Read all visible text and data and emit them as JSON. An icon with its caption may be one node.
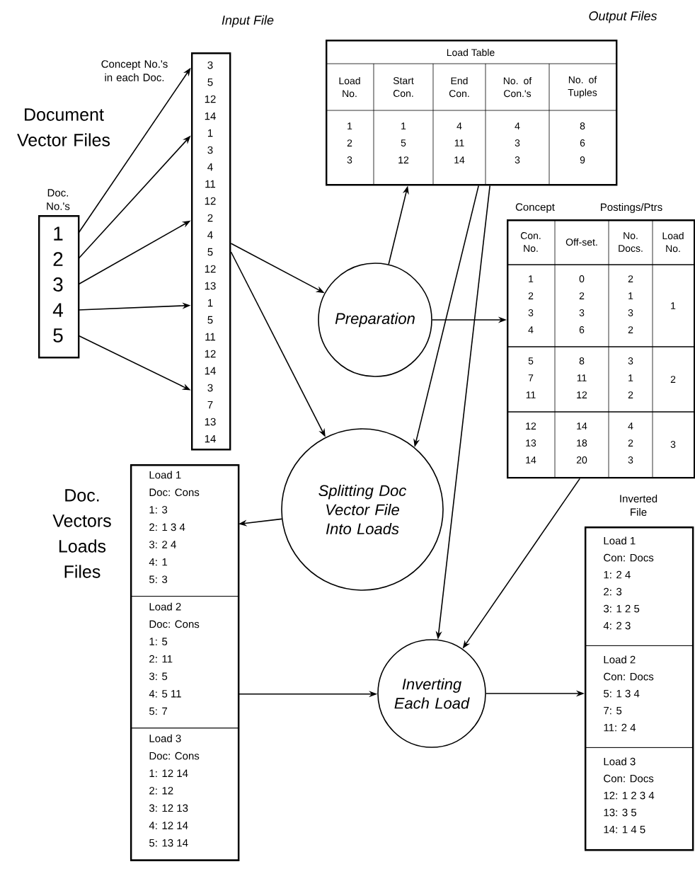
{
  "diagram": {
    "nodes": [
      {
        "text": [],
        "shape": "box",
        "beside": [
          "Doc. No.'s"
        ]
      },
      {
        "text": [
          "1"
        ],
        "in": 0
      },
      {
        "text": [
          "2"
        ],
        "in": 0
      },
      {
        "text": [
          "3"
        ],
        "in": 0
      },
      {
        "text": [
          "4"
        ],
        "in": 0
      },
      {
        "text": [
          "5"
        ],
        "in": 0
      },
      {
        "text": [],
        "shape": "box",
        "beside": [
          "Concept No.'s in each Doc."
        ]
      },
      {
        "text": [
          "3",
          "5",
          "12",
          "14"
        ],
        "in": 6
      },
      {
        "text": [
          "1",
          "3",
          "4",
          "11",
          "12"
        ],
        "in": 6
      },
      {
        "text": [
          "2",
          "4",
          "5",
          "12",
          "13"
        ],
        "in": 6
      },
      {
        "text": [
          "1",
          "5",
          "11",
          "12",
          "14"
        ],
        "in": 6
      },
      {
        "text": [
          "3",
          "7",
          "13",
          "14"
        ],
        "in": 6
      },
      {
        "text": [
          "Load Table",
          "Load No.",
          "Start Con.",
          "End Con.",
          "No. of Con.'s",
          "No. of Tuples",
          "1",
          "1",
          "4",
          "4",
          "8",
          "2",
          "5",
          "11",
          "3",
          "6",
          "3",
          "12",
          "14",
          "3",
          "9"
        ]
      },
      {
        "text": [
          "Preparation"
        ]
      },
      {
        "text": [
          "Con. No.",
          "Off-set.",
          "No. Docs.",
          "Load No.",
          "1",
          "0",
          "2",
          "1",
          "2",
          "2",
          "1",
          "3",
          "3",
          "3",
          "4",
          "6",
          "2",
          "5",
          "8",
          "3",
          "2",
          "7",
          "11",
          "1",
          "11",
          "12",
          "2",
          "12",
          "14",
          "4",
          "3",
          "13",
          "18",
          "2",
          "14",
          "20",
          "3"
        ],
        "beside": [
          "Concept",
          "Postings/Ptrs"
        ]
      },
      {
        "text": [
          "Splitting Doc Vector File Into Loads"
        ]
      },
      {
        "text": [],
        "shape": "box"
      },
      {
        "text": [
          "Load 1",
          "Doc: Cons",
          "1: 3",
          "2: 1 3 4",
          "3: 2 4",
          "4: 1",
          "5: 3"
        ],
        "in": 16
      },
      {
        "text": [
          "Load 2",
          "Doc: Cons",
          "1: 5",
          "2: 11",
          "3: 5",
          "4: 5 11",
          "5: 7"
        ],
        "in": 16
      },
      {
        "text": [
          "Load 3",
          "Doc: Cons",
          "1: 12 14",
          "2: 12",
          "3: 12 13",
          "4: 12 14",
          "5: 13 14"
        ],
        "in": 16
      },
      {
        "text": [
          "Inverting Each Load"
        ]
      },
      {
        "text": [],
        "shape": "box",
        "beside": [
          "Inverted File"
        ]
      },
      {
        "text": [
          "Load 1",
          "Con: Docs",
          "1: 2 4",
          "2: 3",
          "3: 1 2 5",
          "4: 2 3"
        ],
        "in": 21
      },
      {
        "text": [
          "Load 2",
          "Con: Docs",
          "5: 1 3 4",
          "7: 5",
          "11: 2 4"
        ],
        "in": 21
      },
      {
        "text": [
          "Load 3",
          "Con: Docs",
          "12: 1 2 3 4",
          "13: 3 5",
          "14: 1 4 5"
        ],
        "in": 21
      }
    ],
    "edges": [
      {
        "from": 1,
        "to": 7,
        "arrow": "to"
      },
      {
        "from": 2,
        "to": 8,
        "arrow": "to"
      },
      {
        "from": 3,
        "to": 9,
        "arrow": "to"
      },
      {
        "from": 4,
        "to": 10,
        "arrow": "to"
      },
      {
        "from": 5,
        "to": 11,
        "arrow": "to"
      },
      {
        "from": 6,
        "to": 13,
        "arrow": "to"
      },
      {
        "from": 6,
        "to": 15,
        "arrow": "to"
      },
      {
        "from": 13,
        "to": 12,
        "arrow": "to"
      },
      {
        "from": 13,
        "to": 14,
        "arrow": "to"
      },
      {
        "from": 12,
        "to": 15,
        "arrow": "to"
      },
      {
        "from": 12,
        "to": 20,
        "arrow": "to"
      },
      {
        "from": 14,
        "to": 20,
        "arrow": "to"
      },
      {
        "from": 15,
        "to": 17,
        "arrow": "to"
      },
      {
        "from": 18,
        "to": 20,
        "arrow": "to"
      },
      {
        "from": 20,
        "to": 23,
        "arrow": "to"
      }
    ],
    "labels": [
      "Input File",
      "Output Files",
      "Document Vector Files",
      "Doc. Vectors Loads Files"
    ]
  }
}
